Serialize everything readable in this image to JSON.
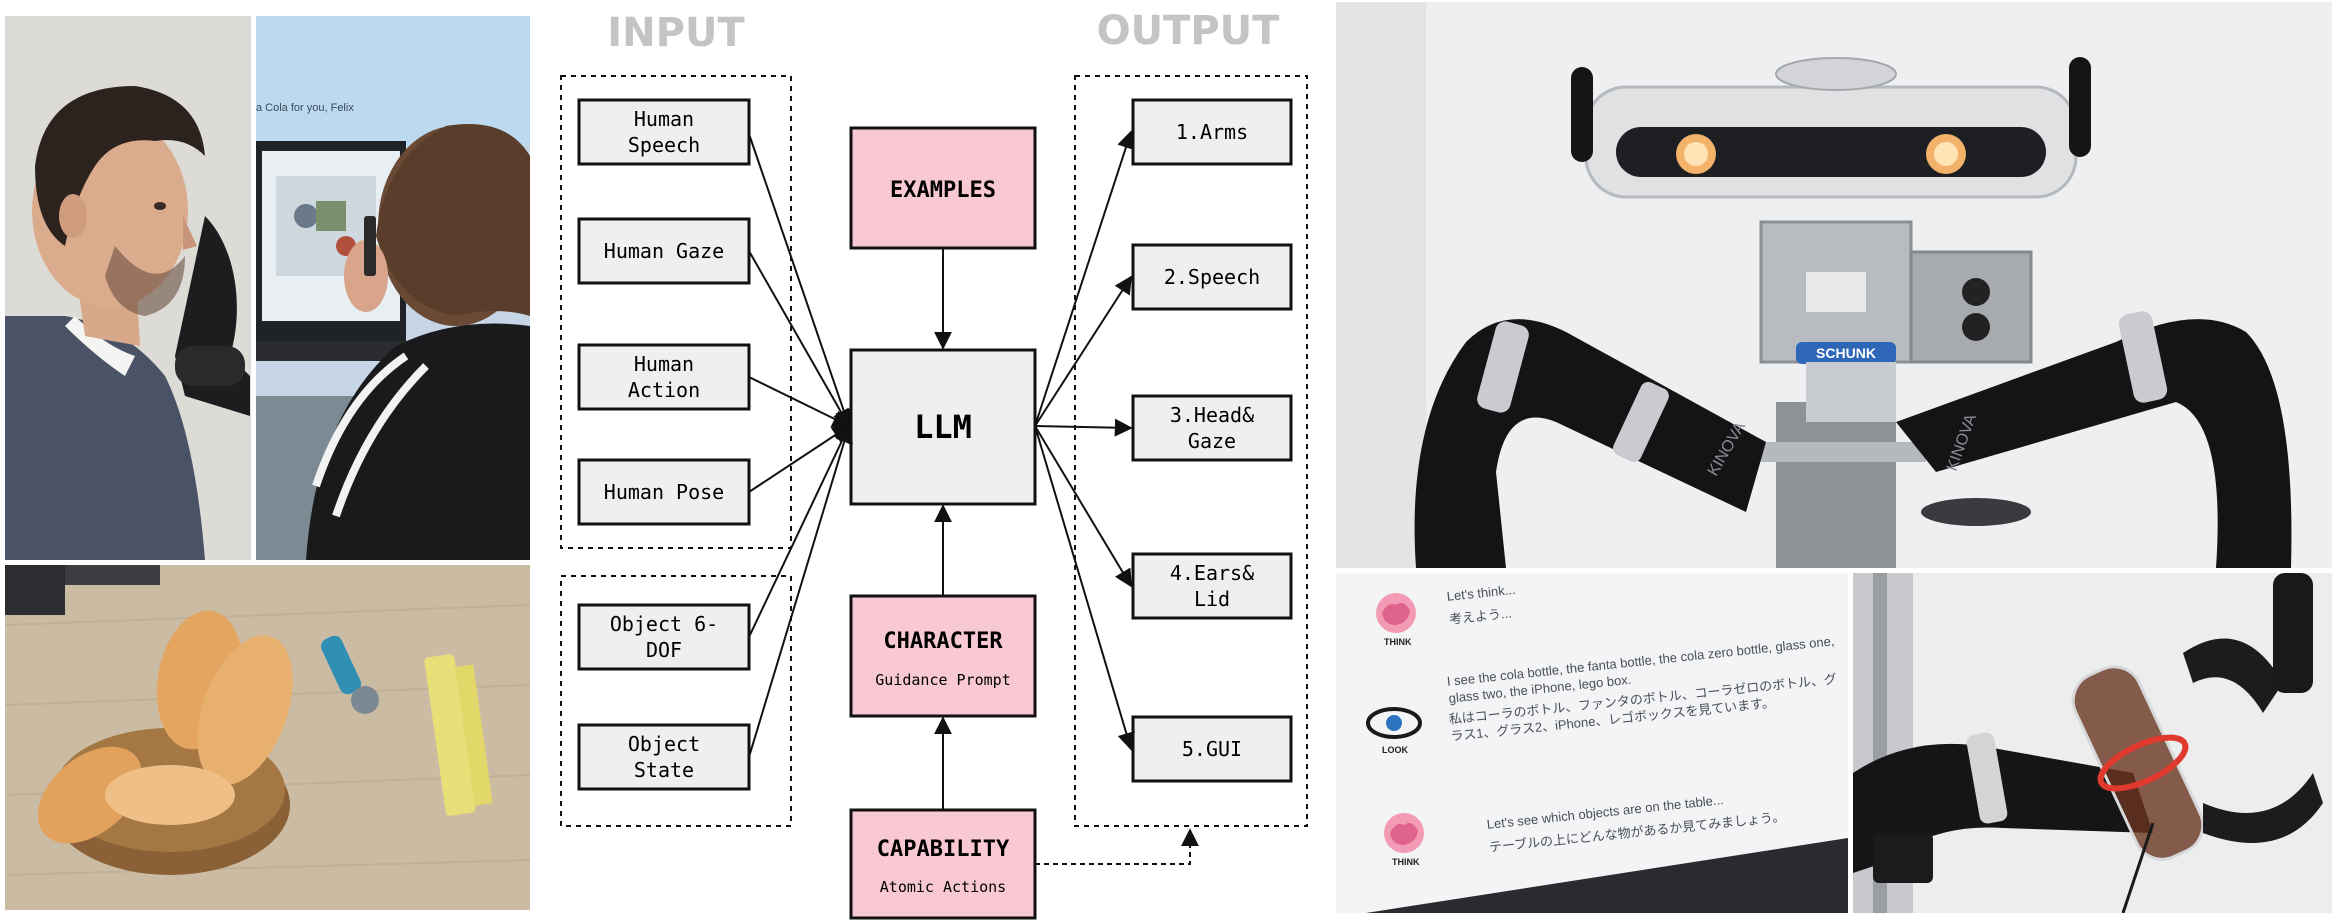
{
  "diagram": {
    "input_title": "INPUT",
    "output_title": "OUTPUT",
    "inputs": [
      {
        "lines": [
          "Human",
          "Speech"
        ]
      },
      {
        "lines": [
          "Human Gaze"
        ]
      },
      {
        "lines": [
          "Human",
          "Action"
        ]
      },
      {
        "lines": [
          "Human Pose"
        ]
      },
      {
        "lines": [
          "Object 6-",
          "DOF"
        ]
      },
      {
        "lines": [
          "Object",
          "State"
        ]
      }
    ],
    "center": {
      "examples": "EXAMPLES",
      "llm": "LLM",
      "character": "CHARACTER",
      "character_sub": "Guidance Prompt",
      "capability": "CAPABILITY",
      "capability_sub": "Atomic Actions"
    },
    "outputs": [
      {
        "lines": [
          "1.Arms"
        ]
      },
      {
        "lines": [
          "2.Speech"
        ]
      },
      {
        "lines": [
          "3.Head&",
          "Gaze"
        ]
      },
      {
        "lines": [
          "4.Ears&",
          "Lid"
        ]
      },
      {
        "lines": [
          "5.GUI"
        ]
      }
    ]
  },
  "photos": {
    "top_left_screen_caption": "a Cola for you, Felix",
    "robot_brand_label": "SCHUNK",
    "robot_arm_label_left": "KINOVA",
    "robot_arm_label_right": "KINOVA",
    "gui_entries": [
      {
        "icon": "think-brain-icon",
        "tag": "THINK",
        "en": "Let's think...",
        "ja": "考えよう..."
      },
      {
        "icon": "look-eye-icon",
        "tag": "LOOK",
        "en": "I see the cola bottle, the fanta bottle, the cola zero bottle, glass one, glass two, the iPhone, lego box.",
        "ja": "私はコーラのボトル、ファンタのボトル、コーラゼロのボトル、グラス1、グラス2、iPhone、レゴボックスを見ています。"
      },
      {
        "icon": "think-brain-icon",
        "tag": "THINK",
        "en": "Let's see which objects are on the table...",
        "ja": "テーブルの上にどんな物があるか見てみましょう。"
      }
    ]
  },
  "colors": {
    "pink_box": "#f8c8d3",
    "grey_box": "#efefef",
    "title_grey": "#c4c4c4",
    "border": "#111111"
  }
}
